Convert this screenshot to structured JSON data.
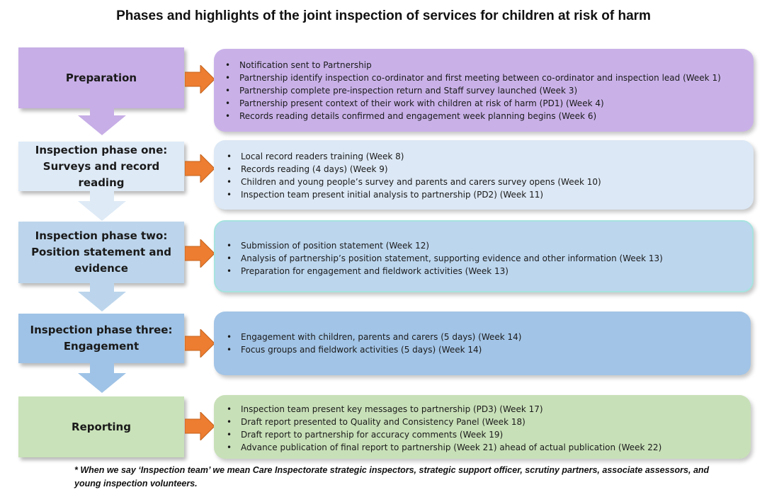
{
  "title": "Phases and highlights of the joint inspection of services for children at risk of harm",
  "phases": [
    {
      "label_lines": [
        "Preparation"
      ],
      "color": "#c7aee6",
      "detail_color": "#c9b1e8",
      "items": [
        "Notification sent to Partnership",
        "Partnership identify inspection co-ordinator and first meeting between co-ordinator and inspection lead (Week 1)",
        "Partnership complete pre-inspection return and Staff survey launched (Week 3)",
        "Partnership present context of their work with children at risk of harm (PD1) (Week 4)",
        "Records reading details confirmed and engagement week planning begins (Week 6)"
      ]
    },
    {
      "label_lines": [
        "Inspection phase one:",
        "Surveys and record reading"
      ],
      "color": "#deeaf6",
      "detail_color": "#dce8f5",
      "items": [
        "Local record readers training (Week 8)",
        "Records reading (4 days) (Week 9)",
        "Children and young people’s survey and parents and carers survey opens (Week 10)",
        "Inspection team present initial analysis to partnership (PD2) (Week 11)"
      ]
    },
    {
      "label_lines": [
        "Inspection phase two:",
        "Position statement and",
        "evidence"
      ],
      "color": "#bcd5ec",
      "detail_color": "#bcd6ee",
      "items": [
        "Submission of position statement (Week 12)",
        "Analysis of partnership’s position statement, supporting evidence and other information (Week 13)",
        "Preparation for engagement and fieldwork activities (Week 13)"
      ]
    },
    {
      "label_lines": [
        "Inspection phase three:",
        "Engagement"
      ],
      "color": "#9fc3e6",
      "detail_color": "#a2c4e6",
      "items": [
        "Engagement with children, parents and carers (5 days) (Week 14)",
        "Focus groups and fieldwork activities (5 days) (Week 14)"
      ]
    },
    {
      "label_lines": [
        "Reporting"
      ],
      "color": "#c9e2b9",
      "detail_color": "#c8e0b8",
      "items": [
        "Inspection team present key messages to partnership (PD3) (Week 17)",
        "Draft report presented to Quality and Consistency Panel (Week 18)",
        "Draft report to partnership for accuracy comments (Week 19)",
        "Advance publication of final report to partnership (Week 21) ahead of actual publication (Week 22)"
      ]
    }
  ],
  "arrow_color": "#ed7d31",
  "footnote": "* When we say ‘Inspection team’ we mean Care Inspectorate strategic inspectors, strategic support officer, scrutiny partners, associate assessors, and young inspection volunteers."
}
